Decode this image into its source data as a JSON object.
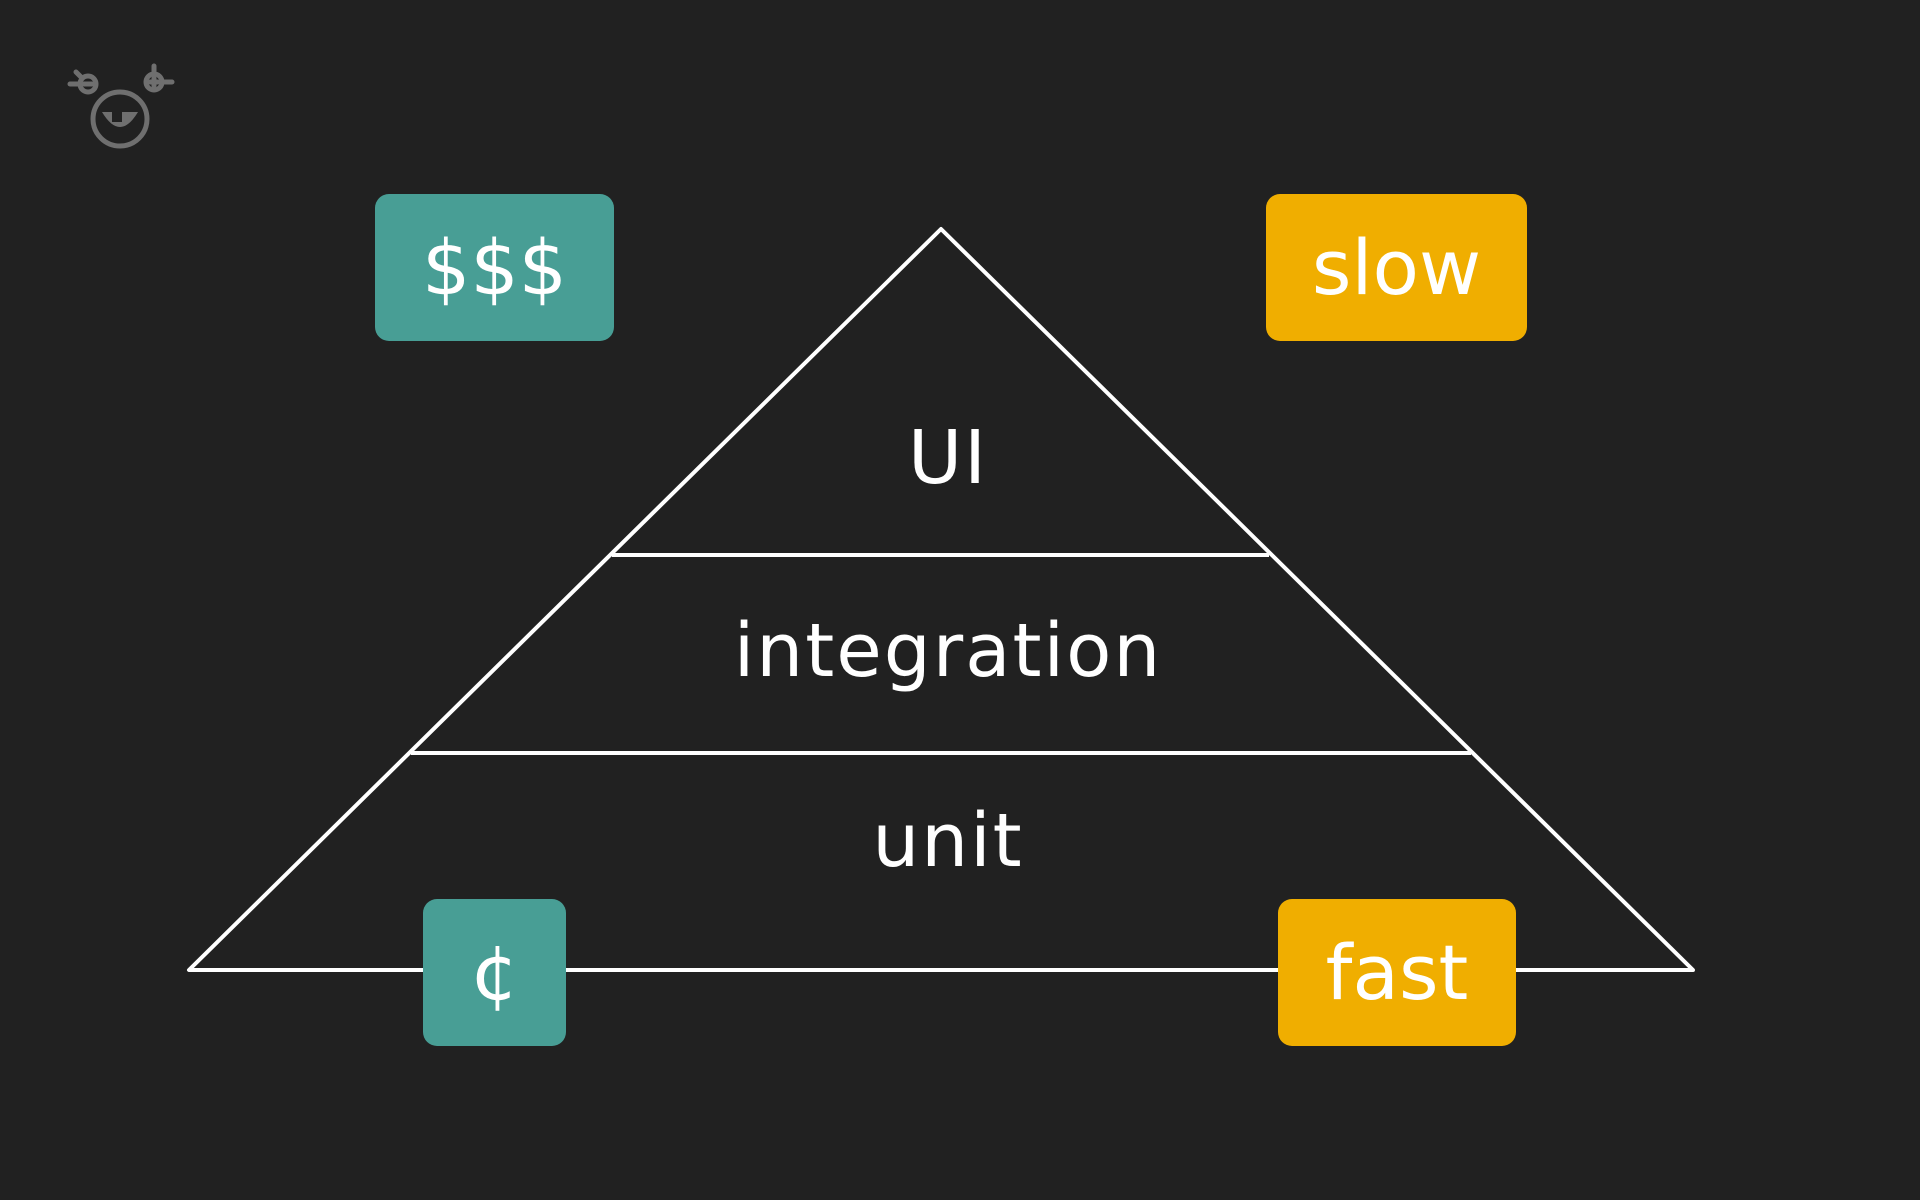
{
  "diagram": {
    "layers": [
      {
        "label": "UI"
      },
      {
        "label": "integration"
      },
      {
        "label": "unit"
      }
    ],
    "badges": {
      "expensive": "$$$",
      "slow": "slow",
      "cheap": "¢",
      "fast": "fast"
    }
  },
  "colors": {
    "background": "#212121",
    "cost": "#489e95",
    "speed": "#f0ae00",
    "lines": "#ffffff",
    "logo": "#6f6f6f"
  },
  "icons": {
    "logo": "smiley-logo-icon"
  }
}
